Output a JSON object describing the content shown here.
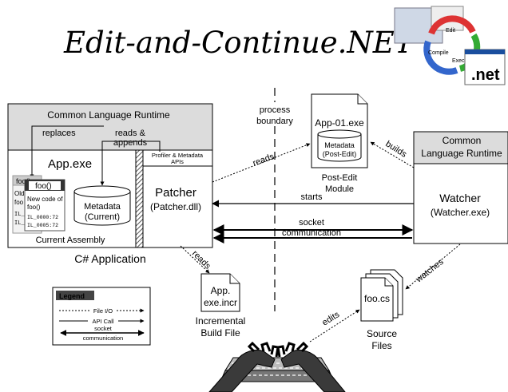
{
  "title": "Edit-and-Continue.NET",
  "logo": {
    "label": ".net",
    "arc_words": [
      "Edit",
      "Compile",
      "Execute"
    ]
  },
  "clr_left": {
    "title": "Common Language Runtime",
    "replaces": "replaces",
    "reads_appends_1": "reads &",
    "reads_appends_2": "appends"
  },
  "app": {
    "name": "App.exe",
    "profiler_1": "Profiler & Metadata",
    "profiler_2": "APIs",
    "current_assembly": "Current Assembly",
    "caption": "C# Application"
  },
  "cards": {
    "back_label": "foo()",
    "back_line1": "Old",
    "back_line2": "foo",
    "back_il1": "IL_",
    "back_il2": "IL_",
    "front_label": "foo()",
    "front_line1": "New code of",
    "front_line2": "foo()",
    "front_il1": "IL_0000:72",
    "front_il2": "IL_0005:72"
  },
  "metadata_current": {
    "line1": "Metadata",
    "line2": "(Current)"
  },
  "patcher": {
    "name": "Patcher",
    "dll": "(Patcher.dll)"
  },
  "process_boundary": {
    "line1": "process",
    "line2": "boundary"
  },
  "post_edit": {
    "file": "App-01.exe",
    "meta1": "Metadata",
    "meta2": "(Post-Edit)",
    "cap1": "Post-Edit",
    "cap2": "Module"
  },
  "clr_right": {
    "line1": "Common",
    "line2": "Language Runtime"
  },
  "watcher": {
    "name": "Watcher",
    "exe": "(Watcher.exe)"
  },
  "arrows": {
    "reads_top": "reads",
    "builds": "builds",
    "starts": "starts",
    "socket": "socket",
    "communication": "communication",
    "reads_bottom": "reads",
    "watches": "watches",
    "edits": "edits"
  },
  "incremental": {
    "file1": "App.",
    "file2": "exe.incr",
    "cap1": "Incremental",
    "cap2": "Build File"
  },
  "source": {
    "file": "foo.cs",
    "cap1": "Source",
    "cap2": "Files"
  },
  "legend": {
    "title": "Legend",
    "file_io": "File I/O",
    "api_call": "API Call",
    "socket1": "socket",
    "socket2": "communication"
  }
}
